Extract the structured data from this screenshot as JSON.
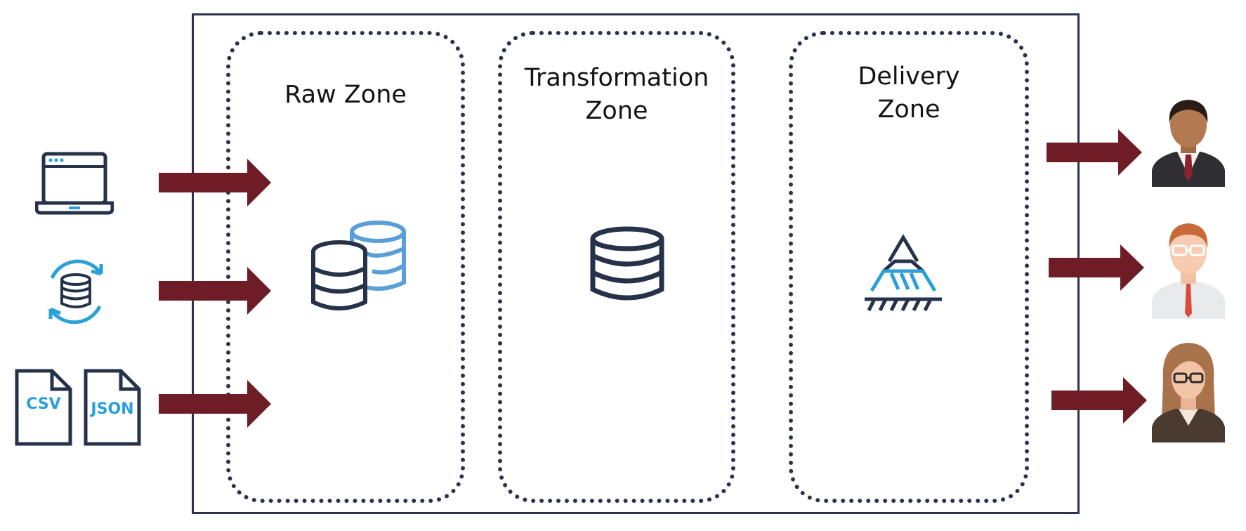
{
  "zones": {
    "raw": {
      "title": "Raw Zone"
    },
    "transformation": {
      "title_line1": "Transformation",
      "title_line2": "Zone"
    },
    "delivery": {
      "title_line1": "Delivery",
      "title_line2": "Zone"
    }
  },
  "sources": {
    "laptop": {
      "icon": "laptop-icon"
    },
    "sync_db": {
      "icon": "database-sync-icon"
    },
    "csv": {
      "label": "CSV",
      "icon": "csv-file-icon"
    },
    "json": {
      "label": "JSON",
      "icon": "json-file-icon"
    }
  },
  "consumers": [
    {
      "icon": "businessman-avatar"
    },
    {
      "icon": "redhead-man-glasses-avatar"
    },
    {
      "icon": "woman-glasses-avatar"
    }
  ],
  "colors": {
    "arrow": "#6e1c25",
    "outline": "#2d3250",
    "icon_dark": "#26324a",
    "icon_blue": "#2b9fd8"
  }
}
